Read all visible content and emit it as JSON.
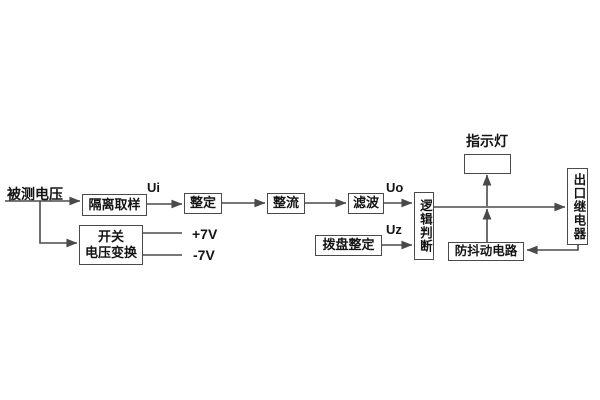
{
  "diagram": {
    "labels": {
      "input": "被测电压",
      "ui": "Ui",
      "uo": "Uo",
      "uz": "Uz",
      "plus7v": "+7V",
      "minus7v": "-7V",
      "indicator": "指示灯"
    },
    "blocks": {
      "isolation": "隔离取样",
      "setting": "整定",
      "rectifier": "整流",
      "filter": "滤波",
      "logic": "逻辑判断",
      "dial": "拨盘整定",
      "switch_line1": "开关",
      "switch_line2": "电压变换",
      "relay": "出口继电器",
      "debounce": "防抖动电路"
    },
    "colors": {
      "line": "#4a4a4a",
      "border": "#4a4a4a",
      "text": "#141414",
      "background": "#ffffff"
    }
  }
}
